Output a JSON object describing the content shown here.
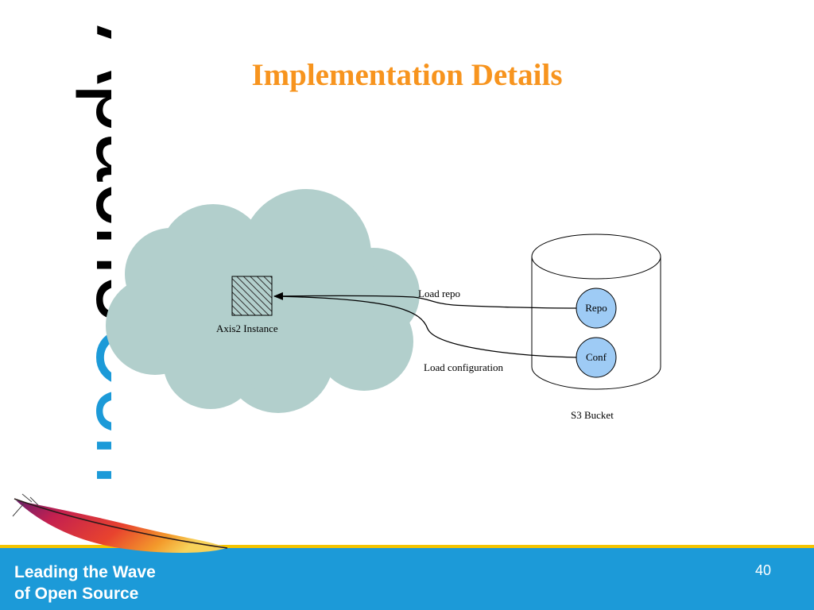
{
  "slide": {
    "title": "Implementation Details",
    "page_number": "40"
  },
  "logo": {
    "word_part1": "Apache",
    "word_part2": "Con",
    "colors": {
      "apache": "#000000",
      "con": "#1c9ad8"
    },
    "icon": "apache-feather-icon"
  },
  "footer": {
    "tagline_line1": "Leading the Wave",
    "tagline_line2": "of Open Source",
    "colors": {
      "bar": "#1c9ad8",
      "stripe": "#f4c400"
    }
  },
  "diagram": {
    "cloud": {
      "label": "Axis2 Instance",
      "color": "#b2cfcc"
    },
    "bucket": {
      "label": "S3 Bucket"
    },
    "nodes": [
      {
        "label": "Repo",
        "color": "#9ecbf5"
      },
      {
        "label": "Conf",
        "color": "#9ecbf5"
      }
    ],
    "edges": [
      {
        "label": "Load repo",
        "from": "Repo",
        "to": "Axis2 Instance"
      },
      {
        "label": "Load configuration",
        "from": "Conf",
        "to": "Axis2 Instance"
      }
    ]
  },
  "colors": {
    "title": "#f7941e"
  }
}
